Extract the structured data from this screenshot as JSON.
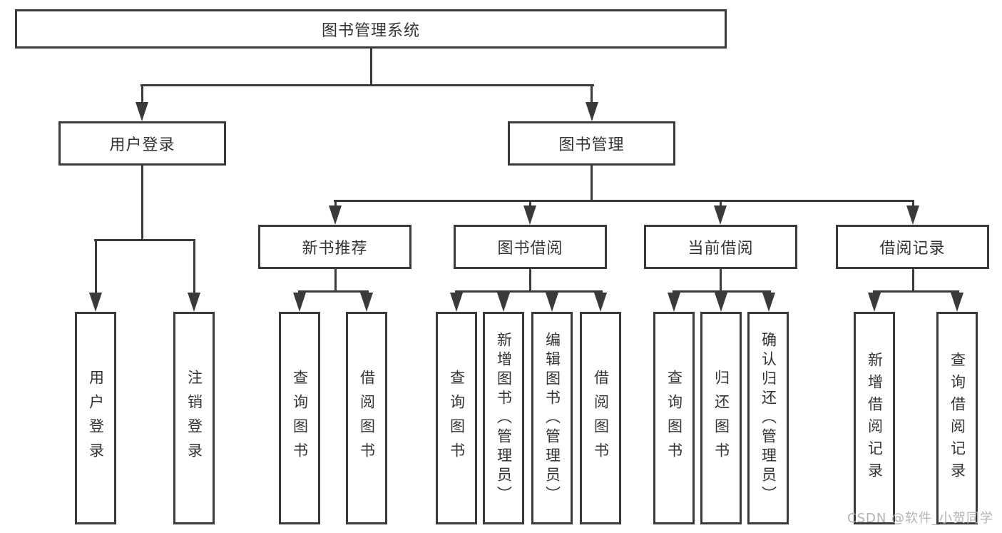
{
  "colors": {
    "line": "#3a3a3a",
    "text": "#333333",
    "watermark": "#b3b3b3",
    "background": "#ffffff"
  },
  "diagram": {
    "root": {
      "label": "图书管理系统"
    },
    "branches": [
      {
        "label": "用户登录",
        "children": [
          {
            "label": "用户登录"
          },
          {
            "label": "注销登录"
          }
        ]
      },
      {
        "label": "图书管理",
        "children": [
          {
            "label": "新书推荐",
            "children": [
              {
                "label": "查询图书"
              },
              {
                "label": "借阅图书"
              }
            ]
          },
          {
            "label": "图书借阅",
            "children": [
              {
                "label": "查询图书"
              },
              {
                "label": "新增图书（管理员）"
              },
              {
                "label": "编辑图书（管理员）"
              },
              {
                "label": "借阅图书"
              }
            ]
          },
          {
            "label": "当前借阅",
            "children": [
              {
                "label": "查询图书"
              },
              {
                "label": "归还图书"
              },
              {
                "label": "确认归还（管理员）"
              }
            ]
          },
          {
            "label": "借阅记录",
            "children": [
              {
                "label": "新增借阅记录"
              },
              {
                "label": "查询借阅记录"
              }
            ]
          }
        ]
      }
    ]
  },
  "watermark": {
    "text": "CSDN @软件_小贺同学"
  }
}
